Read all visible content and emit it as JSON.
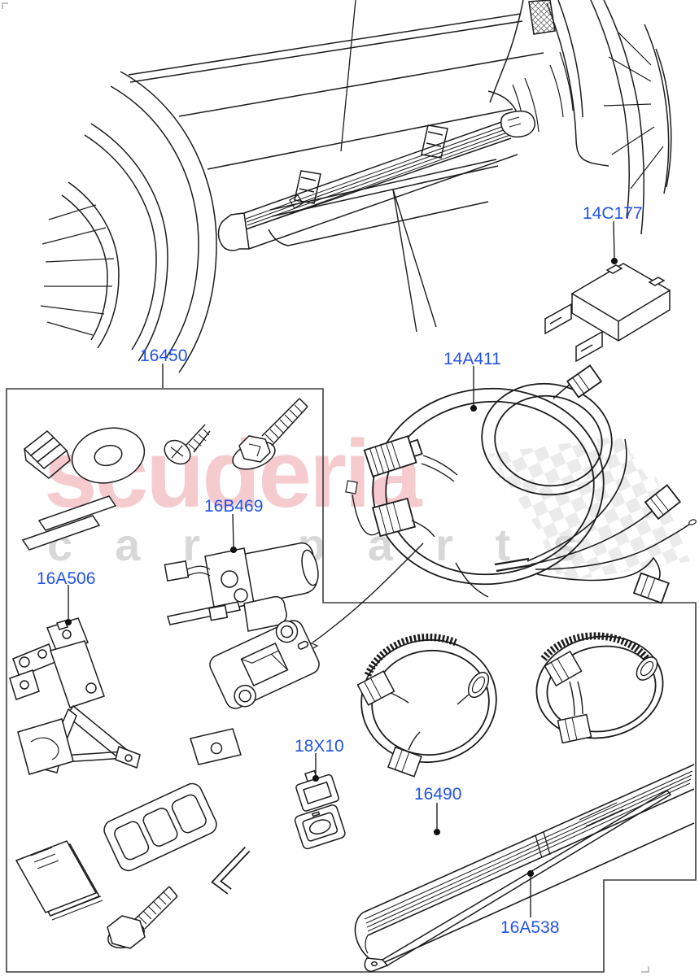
{
  "watermark": {
    "brand_text": "scuderia",
    "tagline_text": "car parts",
    "brand_color": "rgba(224,92,104,0.32)",
    "tagline_color": "#d8d8d8",
    "checker_color": "#dcdcdc"
  },
  "part_labels": {
    "color": "#2353e8",
    "items": {
      "module": "14C177",
      "kit": "16450",
      "harness": "14A411",
      "motor": "16B469",
      "bracket": "16A506",
      "switch": "18X10",
      "step": "16490",
      "trim": "16A538"
    }
  }
}
